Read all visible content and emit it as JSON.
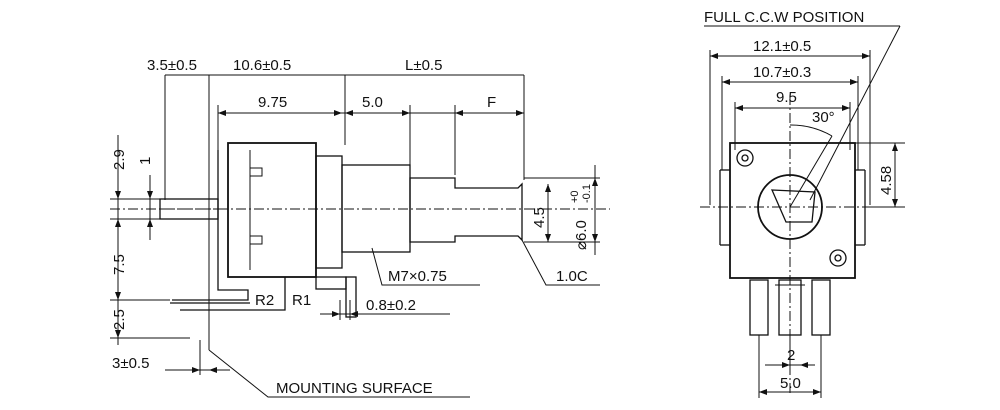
{
  "side_view": {
    "dimensions": {
      "d_3_5": "3.5±0.5",
      "d_10_6": "10.6±0.5",
      "d_L": "L±0.5",
      "d_9_75": "9.75",
      "d_5_0": "5.0",
      "d_F": "F",
      "d_2_9": "2.9",
      "d_1": "1",
      "d_7_5": "7.5",
      "d_2_5": "2.5",
      "d_4_5": "4.5",
      "d_shaft_dia_prefix": "⌀6.0",
      "d_shaft_tol_plus": "+0",
      "d_shaft_tol_minus": "-0.1",
      "d_0_8": "0.8±0.2",
      "d_3": "3±0.5"
    },
    "labels": {
      "thread": "M7×0.75",
      "chamfer": "1.0C",
      "r2": "R2",
      "r1": "R1",
      "mounting_surface": "MOUNTING SURFACE"
    }
  },
  "front_view": {
    "title": "FULL C.C.W POSITION",
    "dimensions": {
      "d_12_1": "12.1±0.5",
      "d_10_7": "10.7±0.3",
      "d_9_5": "9.5",
      "d_angle": "30°",
      "d_4_58": "4.58",
      "d_2": "2",
      "d_5_0": "5.0"
    }
  }
}
